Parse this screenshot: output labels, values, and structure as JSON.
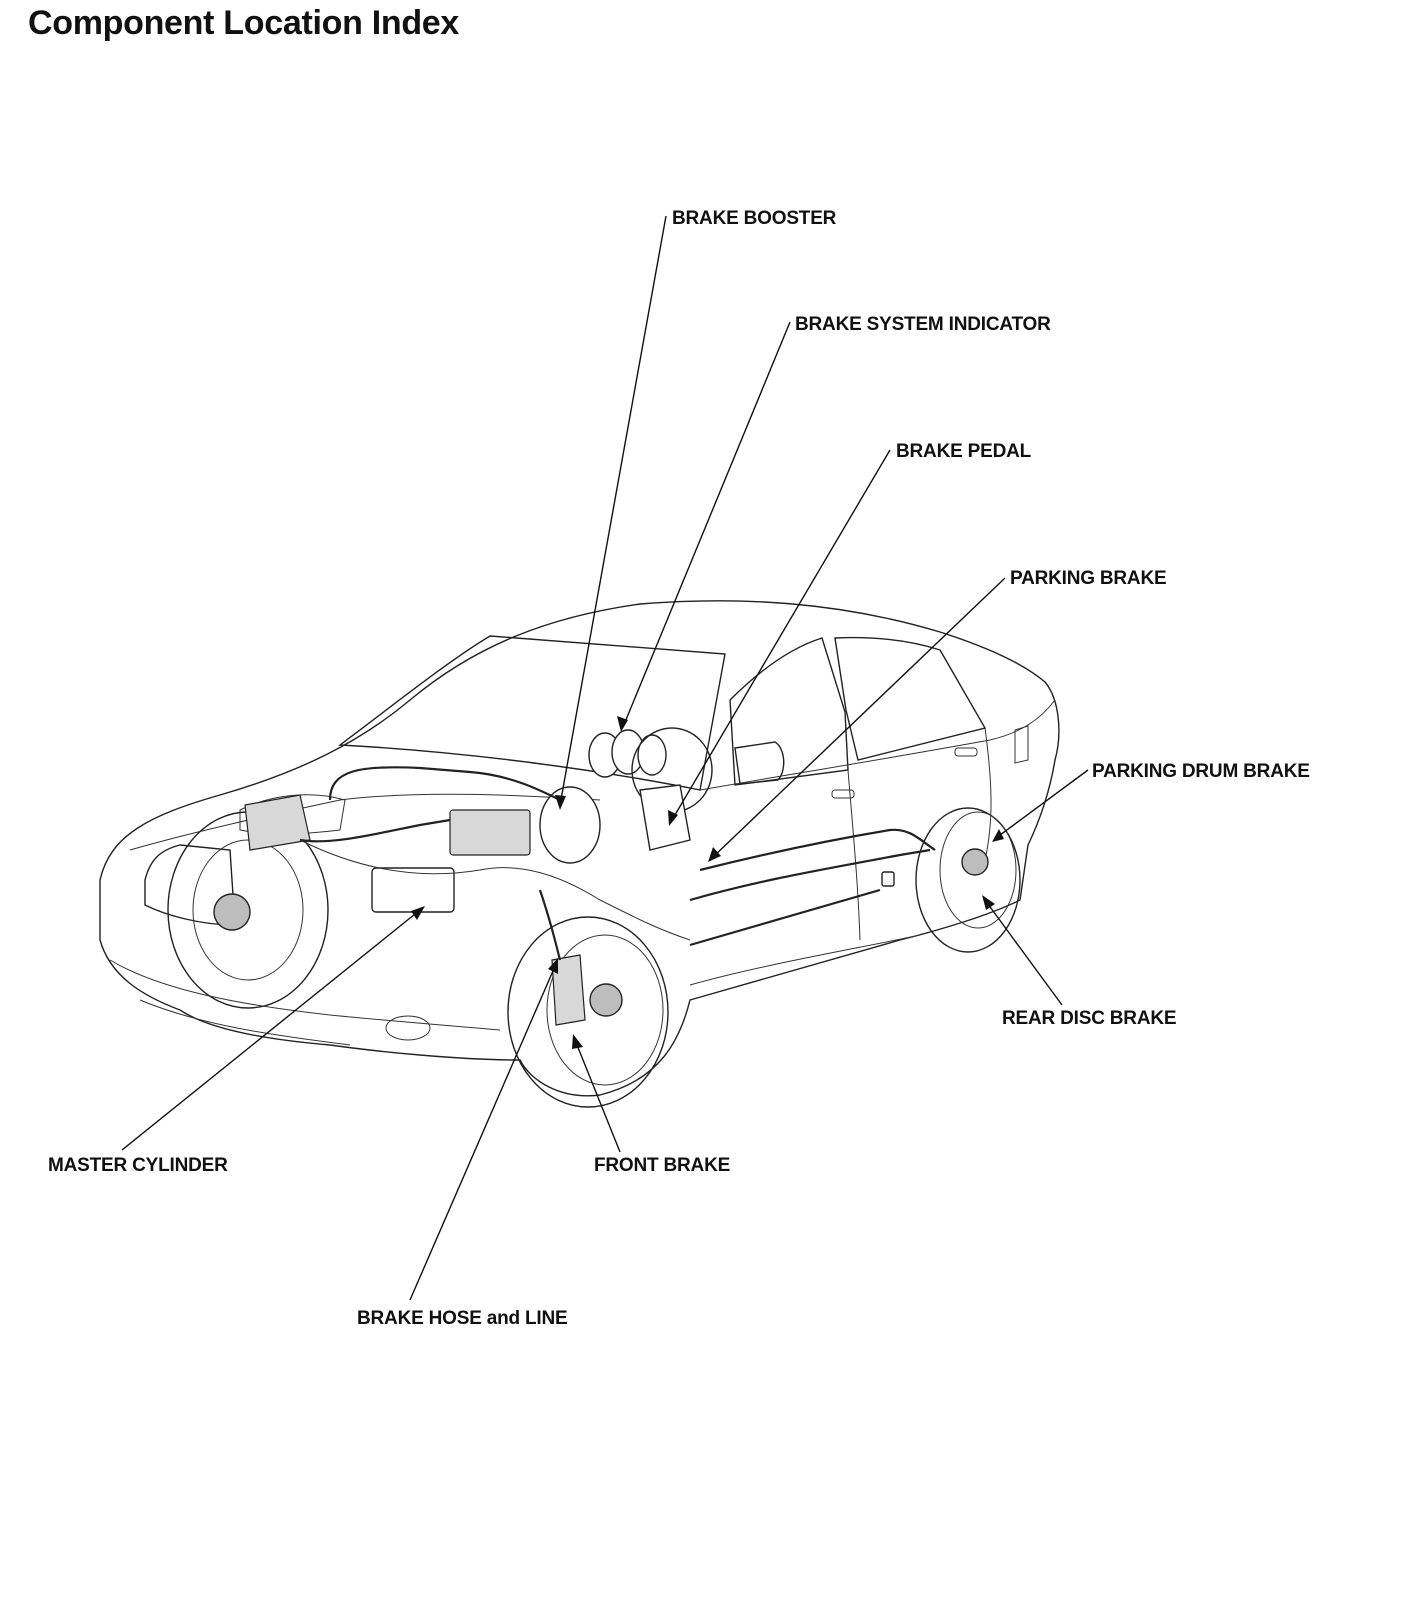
{
  "title": "Component Location Index",
  "callouts": [
    {
      "id": "brake-booster",
      "label": "BRAKE BOOSTER"
    },
    {
      "id": "brake-system-indicator",
      "label": "BRAKE SYSTEM INDICATOR"
    },
    {
      "id": "brake-pedal",
      "label": "BRAKE PEDAL"
    },
    {
      "id": "parking-brake",
      "label": "PARKING BRAKE"
    },
    {
      "id": "parking-drum-brake",
      "label": "PARKING DRUM BRAKE"
    },
    {
      "id": "rear-disc-brake",
      "label": "REAR DISC BRAKE"
    },
    {
      "id": "master-cylinder",
      "label": "MASTER CYLINDER"
    },
    {
      "id": "front-brake",
      "label": "FRONT BRAKE"
    },
    {
      "id": "brake-hose-and-line",
      "label": "BRAKE HOSE and LINE"
    }
  ]
}
